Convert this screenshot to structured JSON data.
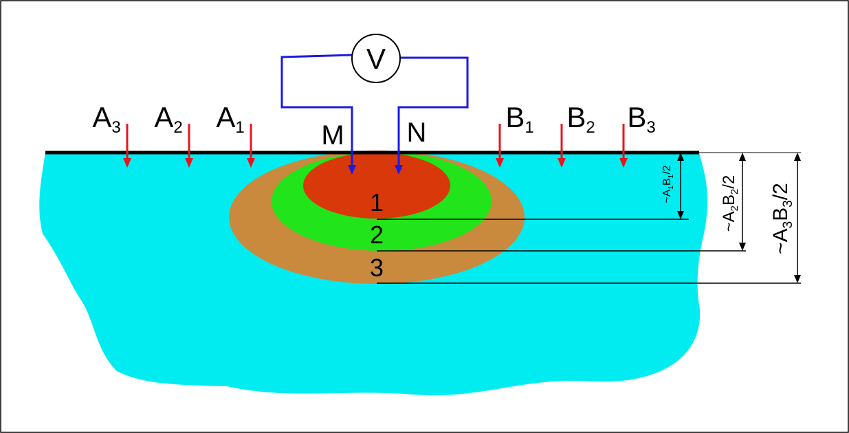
{
  "colors": {
    "ground": "#00ecf0",
    "zone_1": "#d8380a",
    "zone_2": "#22e41a",
    "zone_3": "#c98a3e",
    "current_electrode": "#e8141c",
    "potential_circuit": "#1a1ae6",
    "surface": "#000000"
  },
  "voltmeter": {
    "symbol": "V",
    "icon": "voltmeter-icon"
  },
  "current_electrodes": [
    {
      "letter": "A",
      "index": "3"
    },
    {
      "letter": "A",
      "index": "2"
    },
    {
      "letter": "A",
      "index": "1"
    },
    {
      "letter": "B",
      "index": "1"
    },
    {
      "letter": "B",
      "index": "2"
    },
    {
      "letter": "B",
      "index": "3"
    }
  ],
  "potential_electrodes": [
    {
      "label": "M"
    },
    {
      "label": "N"
    }
  ],
  "zones": [
    {
      "label": "1"
    },
    {
      "label": "2"
    },
    {
      "label": "3"
    }
  ],
  "depth_labels": [
    {
      "prefix": "~A",
      "i1": "1",
      "mid": "B",
      "i2": "1",
      "suffix": "/2"
    },
    {
      "prefix": "~A",
      "i1": "2",
      "mid": "B",
      "i2": "2",
      "suffix": "/2"
    },
    {
      "prefix": "~A",
      "i1": "3",
      "mid": "B",
      "i2": "3",
      "suffix": "/2"
    }
  ]
}
